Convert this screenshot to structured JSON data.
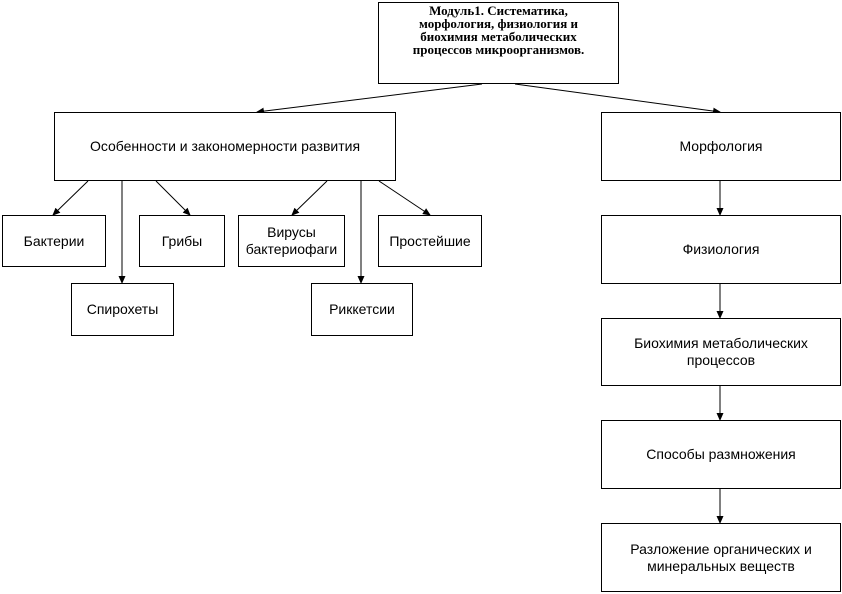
{
  "title": "Модуль1. Систематика,\nморфология, физиология и\nбиохимия метаболических\nпроцессов  микроорганизмов.",
  "left_branch": {
    "label": "Особенности и закономерности развития",
    "children": {
      "bacteria": "Бактерии",
      "spirochetes": "Спирохеты",
      "fungi": "Грибы",
      "viruses": "Вирусы\nбактериофаги",
      "rickettsia": "Риккетсии",
      "protozoa": "Простейшие"
    }
  },
  "right_chain": {
    "morphology": "Морфология",
    "physiology": "Физиология",
    "biochemistry": "Биохимия метаболических\nпроцессов",
    "reproduction": "Способы размножения",
    "decomposition": "Разложение органических и\nминеральных веществ"
  }
}
